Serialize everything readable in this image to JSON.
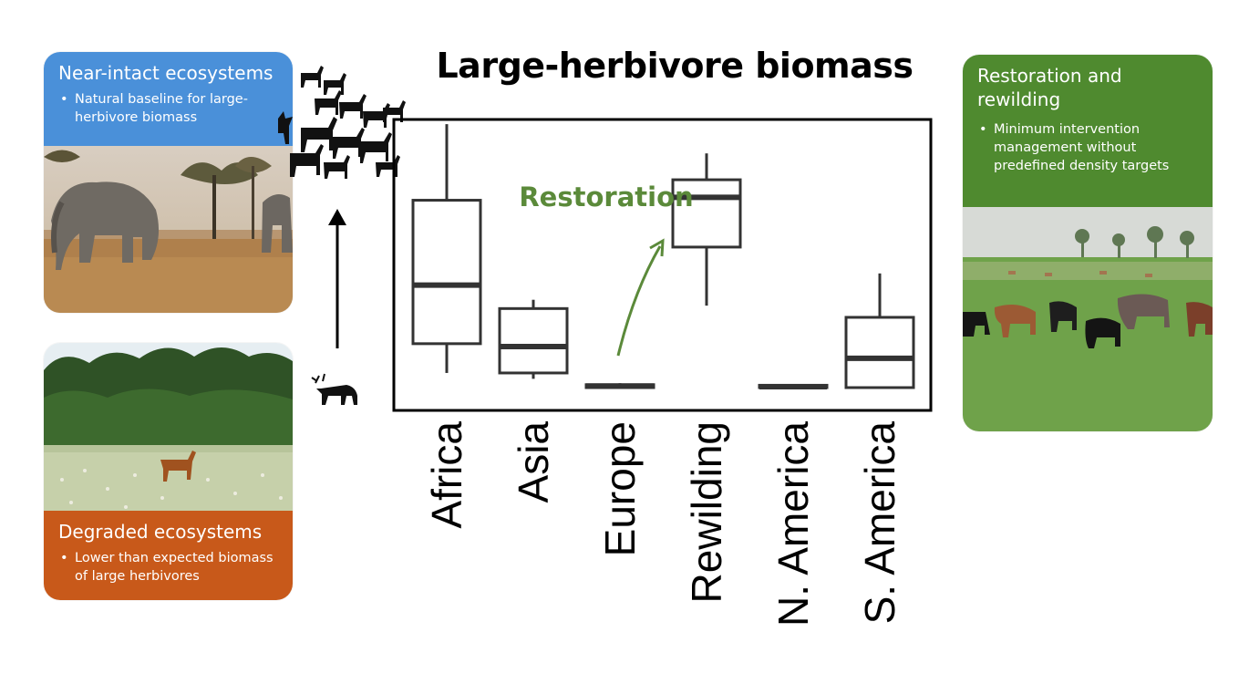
{
  "colors": {
    "blue_card": "#4a90d9",
    "orange_card": "#c8591a",
    "green_card": "#4f8a2f",
    "restoration_green": "#5b8a3a",
    "box_stroke": "#333333"
  },
  "cards": {
    "near_intact": {
      "title": "Near-intact ecosystems",
      "bullet": "Natural baseline for large-herbivore biomass"
    },
    "degraded": {
      "title": "Degraded ecosystems",
      "bullet": "Lower than expected biomass of large herbivores"
    },
    "restoration": {
      "title": "Restoration and rewilding",
      "bullet": "Minimum intervention management without predefined density targets"
    }
  },
  "chart_data": {
    "type": "box",
    "title": "Large-herbivore biomass",
    "xlabel": "",
    "ylabel": "",
    "ylim": [
      0,
      100
    ],
    "annotation": "Restoration",
    "categories": [
      "Africa",
      "Asia",
      "Europe",
      "Rewilding",
      "N. America",
      "S. America"
    ],
    "boxes": [
      {
        "category": "Africa",
        "min": 5,
        "q1": 15,
        "median": 35,
        "q3": 64,
        "max": 90
      },
      {
        "category": "Asia",
        "min": 3,
        "q1": 5,
        "median": 14,
        "q3": 27,
        "max": 30
      },
      {
        "category": "Europe",
        "min": 0,
        "q1": 0,
        "median": 0.5,
        "q3": 1,
        "max": 1.5
      },
      {
        "category": "Rewilding",
        "min": 28,
        "q1": 48,
        "median": 65,
        "q3": 71,
        "max": 80
      },
      {
        "category": "N. America",
        "min": 0,
        "q1": 0,
        "median": 0.3,
        "q3": 0.8,
        "max": 1
      },
      {
        "category": "S. America",
        "min": 0,
        "q1": 0,
        "median": 10,
        "q3": 24,
        "max": 39
      }
    ],
    "grid": false,
    "legend": "none"
  }
}
